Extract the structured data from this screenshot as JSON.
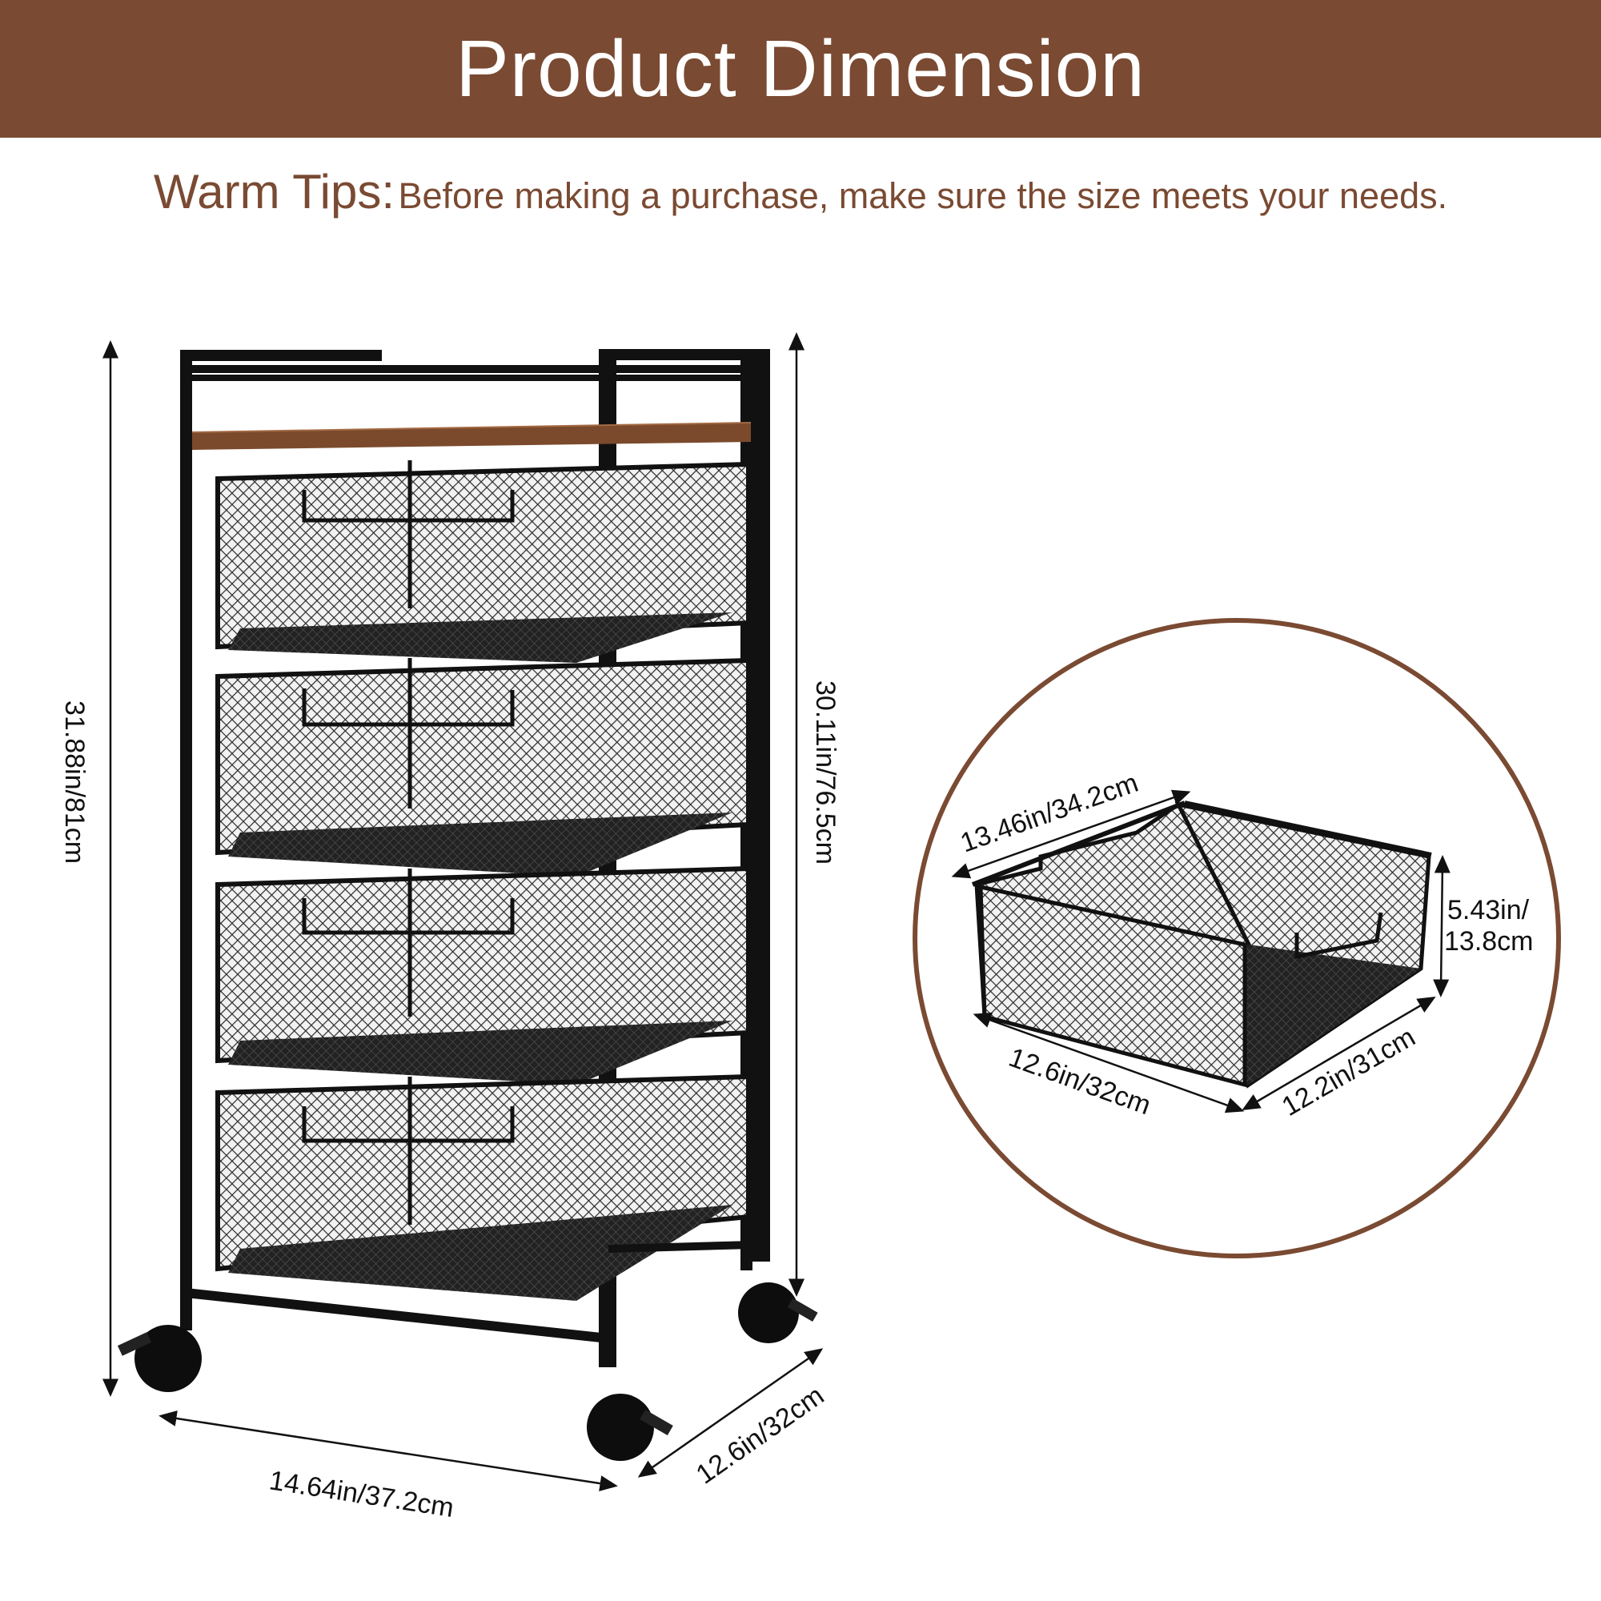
{
  "header": {
    "title": "Product Dimension",
    "bg_color": "#7a4a32",
    "text_color": "#ffffff"
  },
  "tips": {
    "label": "Warm Tips:",
    "text": "Before making a purchase, make sure the size meets your needs.",
    "color": "#7a4a32"
  },
  "cart": {
    "overall_height": "31.88in/81cm",
    "body_height": "30.11in/76.5cm",
    "width": "14.64in/37.2cm",
    "depth": "12.6in/32cm",
    "drawer_count": 4
  },
  "basket": {
    "top_width": "13.46in/34.2cm",
    "height_line1": "5.43in/",
    "height_line2": "13.8cm",
    "length": "12.6in/32cm",
    "depth": "12.2in/31cm"
  },
  "colors": {
    "frame": "#111111",
    "wood_top": "#7b4a2c",
    "circle_stroke": "#7a4a32",
    "mesh": "#2a2a2a"
  }
}
